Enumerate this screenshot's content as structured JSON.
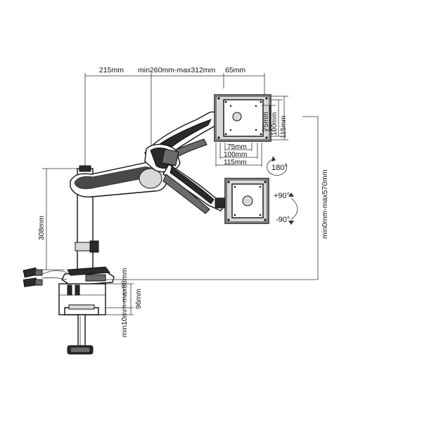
{
  "dimensions": {
    "top": {
      "offset": "215mm",
      "arm_reach": "min260mm-max312mm",
      "vesa_offset": "65mm"
    },
    "vesa": {
      "horizontal": [
        "75mm",
        "100mm",
        "115mm"
      ],
      "vertical": [
        "75mm",
        "100mm",
        "115mm"
      ]
    },
    "rotation": {
      "rotate": "180°",
      "tilt_up": "+90°",
      "tilt_down": "-90°"
    },
    "pole_height": "308mm",
    "height_range": "min0mm-max570mm",
    "clamp_range": "min10mm-max88mm",
    "clamp_depth": "96mm"
  }
}
